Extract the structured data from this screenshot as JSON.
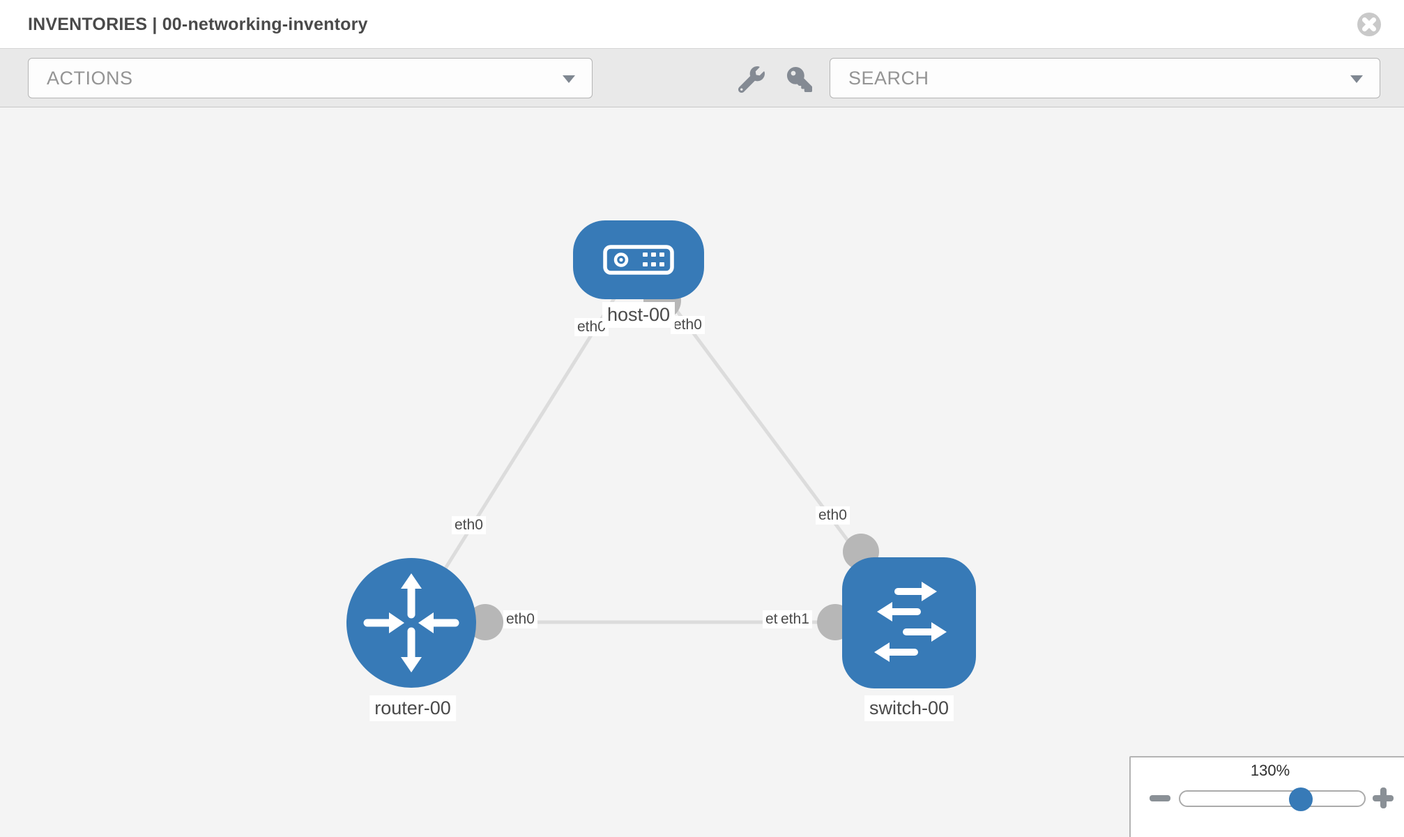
{
  "window": {
    "title": "INVENTORIES | 00-networking-inventory"
  },
  "toolbar": {
    "actions_label": "ACTIONS",
    "search_label": "SEARCH"
  },
  "icons": {
    "close": "close-icon (gray circle, white x)",
    "wrench": "wrench-icon",
    "key": "key-icon",
    "caret": "chevron-down-icon",
    "minus": "minus-icon",
    "plus": "plus-icon"
  },
  "colors": {
    "node_blue": "#377ab7",
    "link_gray": "#dcdcdc",
    "endpoint_gray": "#b7b7b7",
    "toolbar_bg": "#e9e9e9",
    "canvas_bg": "#f4f4f4",
    "label_text": "#4a4a4a",
    "icon_gray": "#848a93"
  },
  "topology": {
    "nodes": [
      {
        "id": "host-00",
        "label": "host-00",
        "type": "host"
      },
      {
        "id": "router-00",
        "label": "router-00",
        "type": "router"
      },
      {
        "id": "switch-00",
        "label": "switch-00",
        "type": "switch"
      }
    ],
    "links": [
      {
        "from": "router-00",
        "to": "host-00"
      },
      {
        "from": "host-00",
        "to": "switch-00"
      },
      {
        "from": "router-00",
        "to": "switch-00"
      }
    ],
    "interface_labels": [
      {
        "text": "eth0",
        "link": "router-00/host-00",
        "end": "host-left"
      },
      {
        "text": "eth0",
        "link": "host-00/switch-00",
        "end": "host-right"
      },
      {
        "text": "eth0",
        "link": "router-00/host-00",
        "end": "near-router"
      },
      {
        "text": "eth0",
        "link": "router-00/switch-00",
        "end": "near-router"
      },
      {
        "text": "eth0",
        "link": "router-00/switch-00",
        "end": "near-switch-under"
      },
      {
        "text": "eth1",
        "link": "router-00/switch-00",
        "end": "near-switch-over"
      },
      {
        "text": "eth0",
        "link": "host-00/switch-00",
        "end": "near-switch-top"
      }
    ]
  },
  "zoom_control": {
    "level": "130%"
  }
}
